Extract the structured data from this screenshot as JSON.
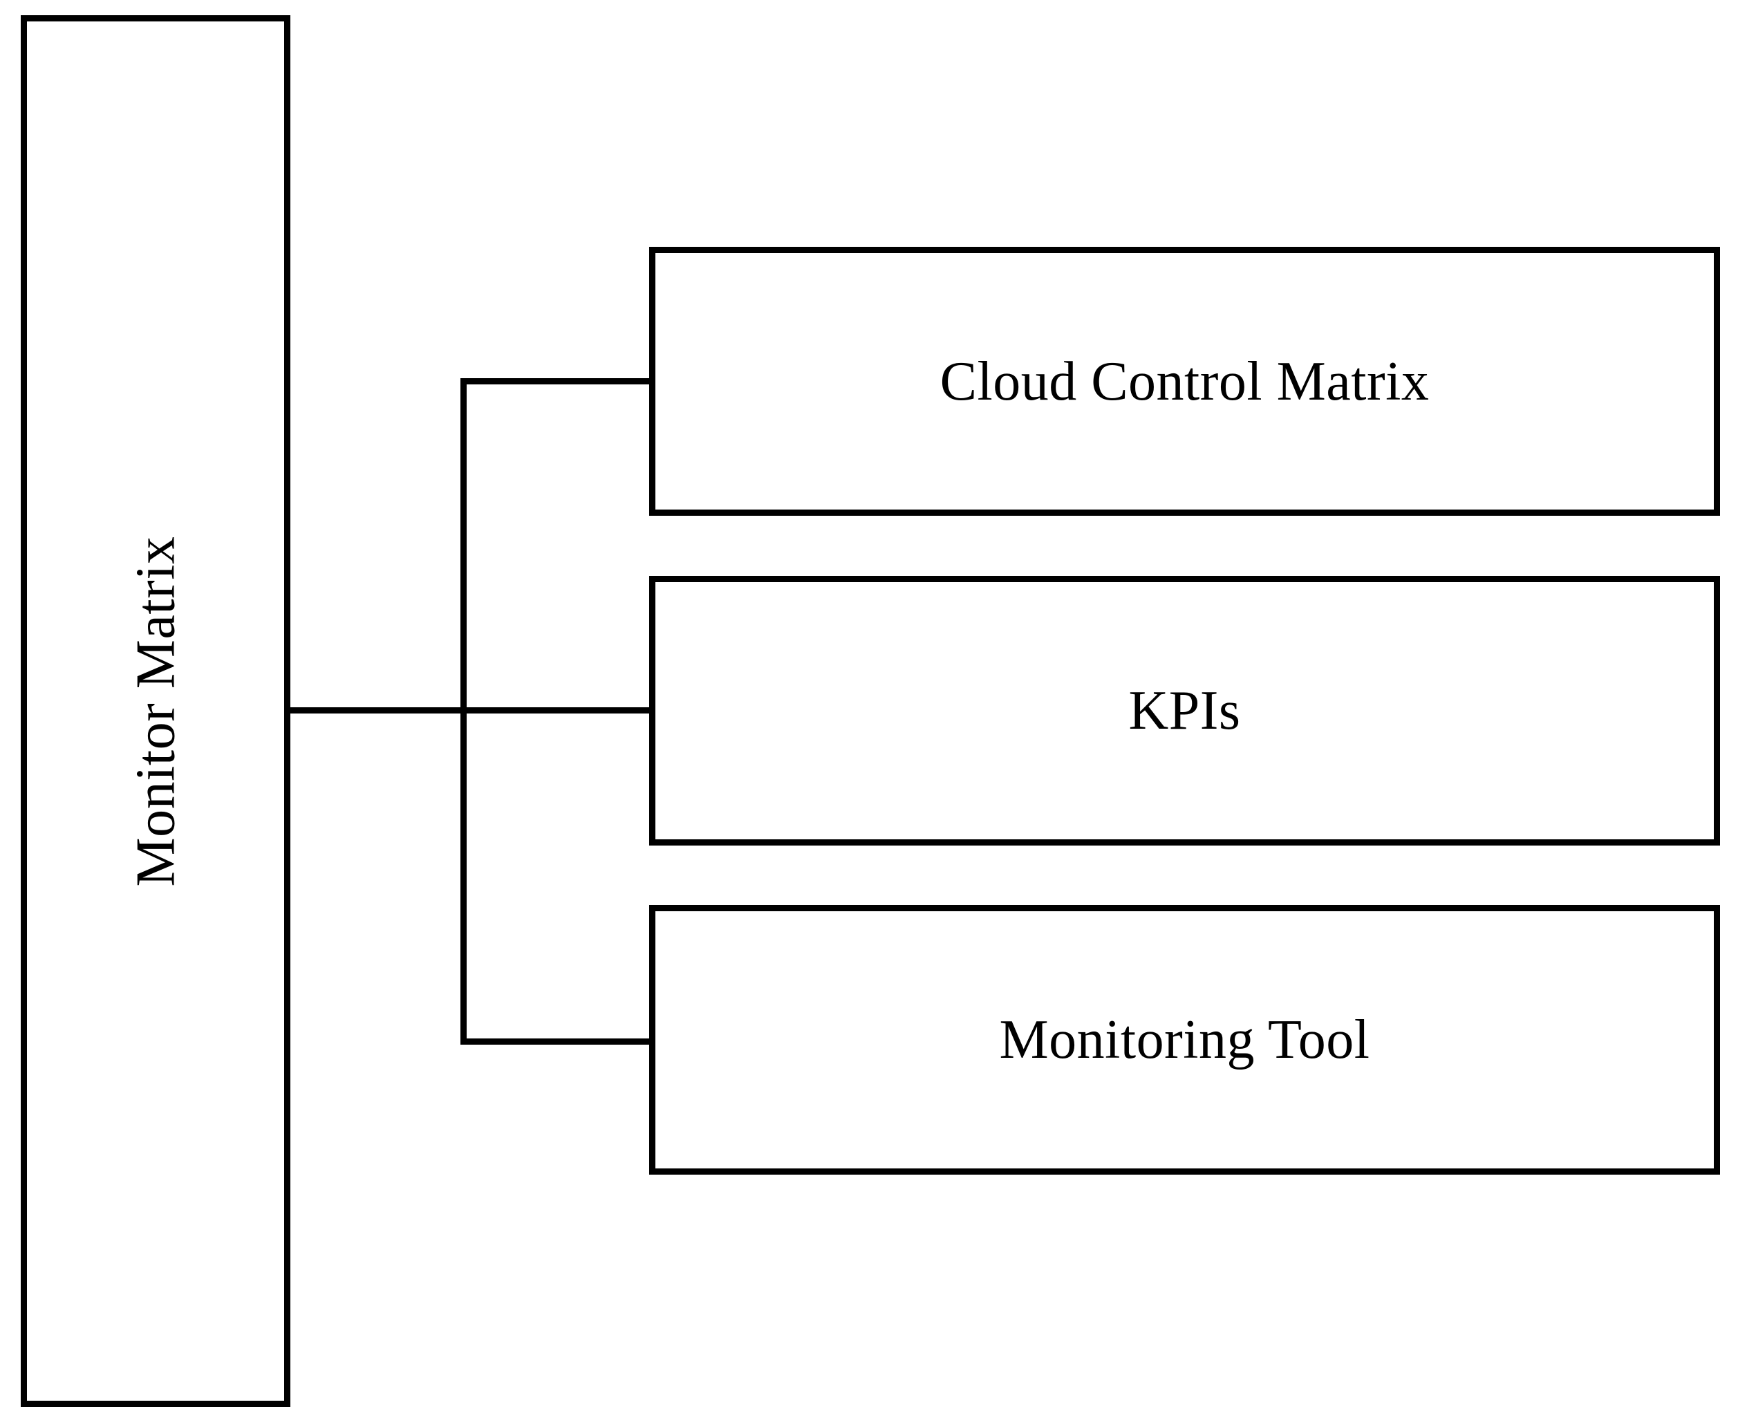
{
  "diagram": {
    "type": "tree",
    "orientation": "left-to-right",
    "title": "Monitor Matrix",
    "colors": {
      "stroke": "#000000",
      "fill": "#ffffff",
      "text": "#000000",
      "background": "#ffffff"
    },
    "root": {
      "label": "Monitor Matrix",
      "text_orientation": "vertical-bottom-to-top"
    },
    "children": [
      {
        "label": "Cloud Control Matrix"
      },
      {
        "label": "KPIs"
      },
      {
        "label": "Monitoring Tool"
      }
    ],
    "edges": [
      {
        "from": "Monitor Matrix",
        "to": "Cloud Control Matrix"
      },
      {
        "from": "Monitor Matrix",
        "to": "KPIs"
      },
      {
        "from": "Monitor Matrix",
        "to": "Monitoring Tool"
      }
    ]
  }
}
